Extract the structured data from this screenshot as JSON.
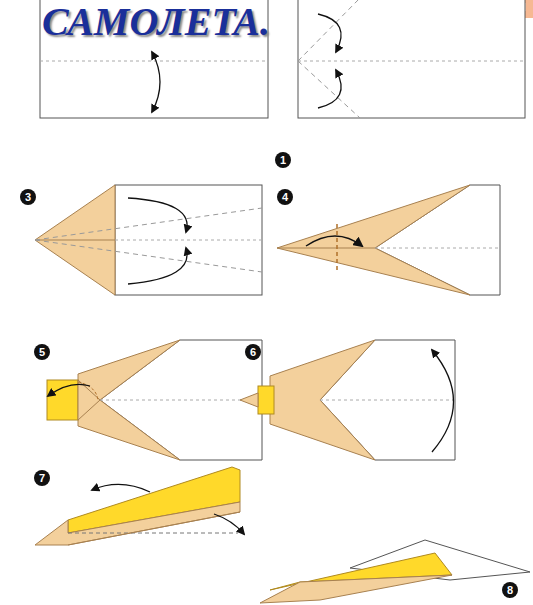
{
  "diagram": {
    "title": "САМОЛЕТА.",
    "labels": [
      "1",
      "3",
      "4",
      "5",
      "6",
      "7",
      "8"
    ]
  }
}
